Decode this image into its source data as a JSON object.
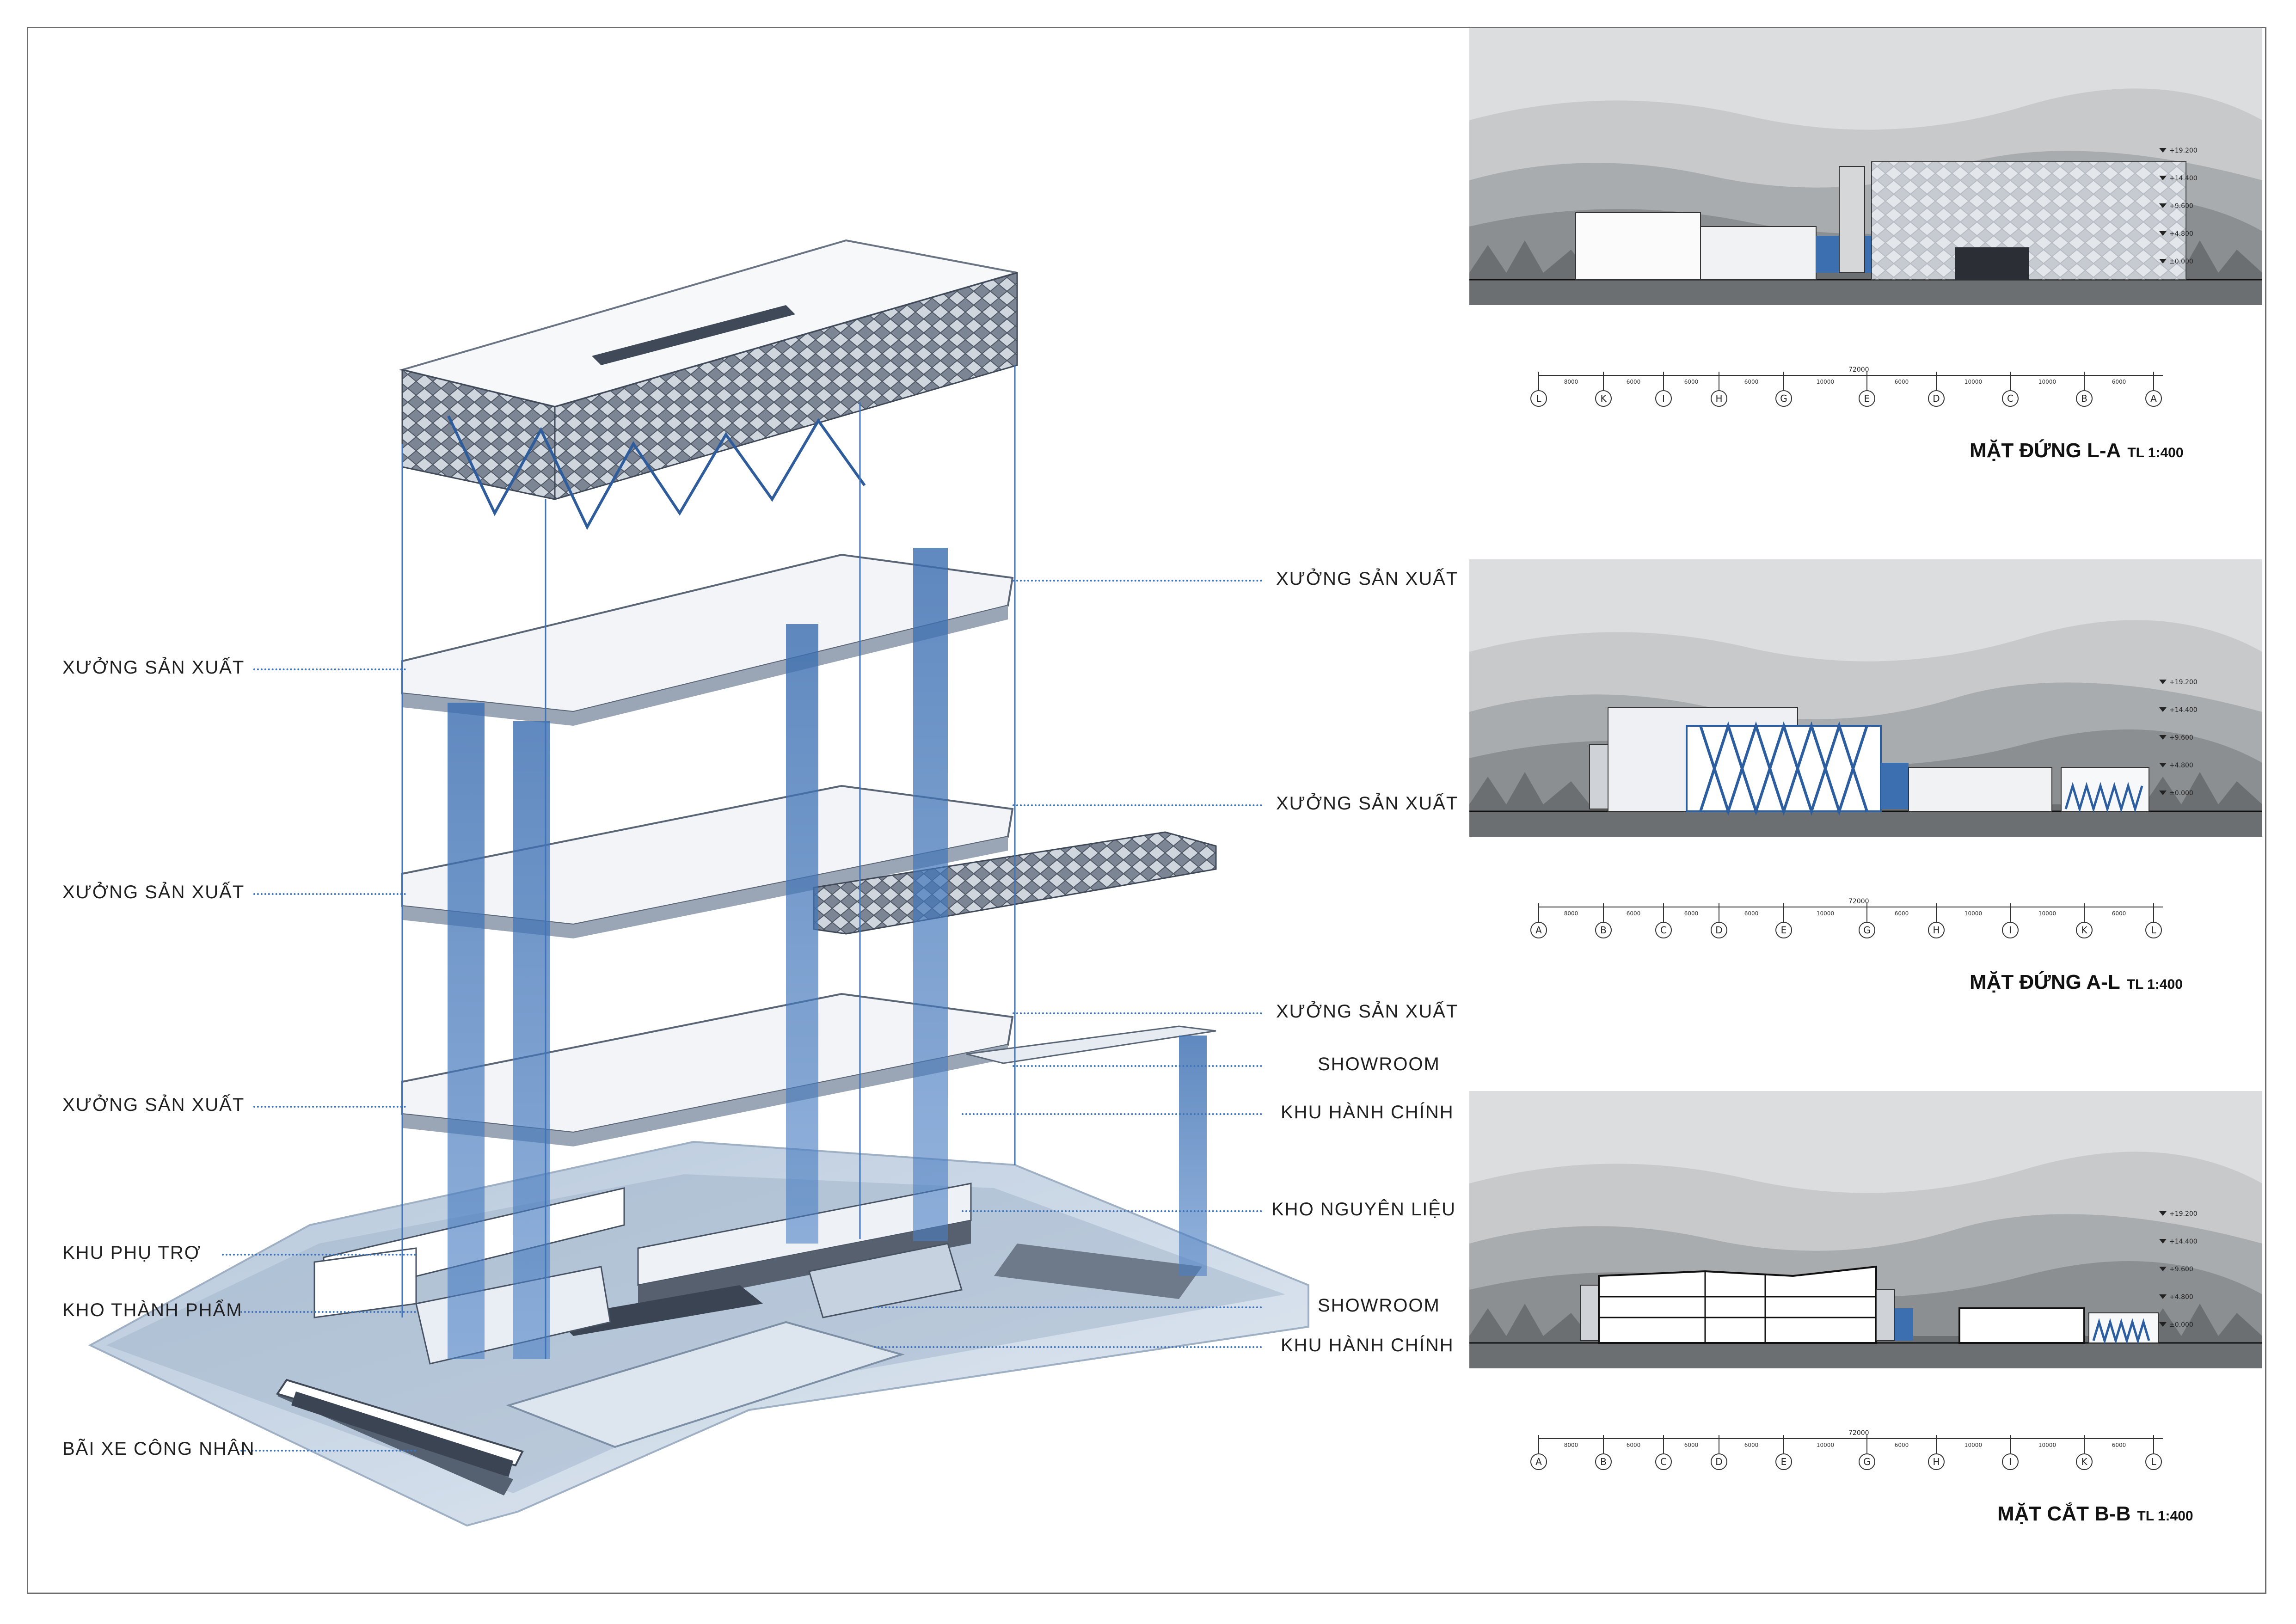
{
  "colors": {
    "accent": "#3f74b8",
    "column_blue": "#3b6fb0",
    "mountain_dark": "#7d8184",
    "mountain_light": "#c8cacc"
  },
  "left_labels": {
    "xuong1": "XƯỞNG SẢN XUẤT",
    "xuong2": "XƯỞNG SẢN XUẤT",
    "xuong3": "XƯỞNG SẢN XUẤT",
    "khu_phu_tro": "KHU PHỤ TRỢ",
    "kho_thanh_pham": "KHO THÀNH PHẨM",
    "bai_xe": "BÃI XE CÔNG NHÂN"
  },
  "right_labels": {
    "xuong1": "XƯỞNG SẢN XUẤT",
    "xuong2": "XƯỞNG SẢN XUẤT",
    "xuong3": "XƯỞNG SẢN XUẤT",
    "showroom1": "SHOWROOM",
    "khu_hanh_chinh1": "KHU HÀNH CHÍNH",
    "kho_nguyen_lieu": "KHO  NGUYÊN LIỆU",
    "showroom2": "SHOWROOM",
    "khu_hanh_chinh2": "KHU HÀNH CHÍNH"
  },
  "panels": [
    {
      "title": "MẶT ĐỨNG L-A",
      "scale": "TL 1:400",
      "grid": [
        "L",
        "K",
        "I",
        "H",
        "G",
        "E",
        "D",
        "C",
        "B",
        "A"
      ],
      "total": "72000"
    },
    {
      "title": "MẶT ĐỨNG A-L",
      "scale": "TL 1:400",
      "grid": [
        "A",
        "B",
        "C",
        "D",
        "E",
        "G",
        "H",
        "I",
        "K",
        "L"
      ],
      "total": "72000"
    },
    {
      "title": "MẶT CẮT B-B",
      "scale": "TL 1:400",
      "grid": [
        "A",
        "B",
        "C",
        "D",
        "E",
        "G",
        "H",
        "I",
        "K",
        "L"
      ],
      "total": "72000"
    }
  ],
  "levels": [
    "+19.200",
    "+14.400",
    "+9.600",
    "+4.800",
    "±0.000"
  ],
  "dims": [
    "8000",
    "6000",
    "6000",
    "6000",
    "10000",
    "6000",
    "10000",
    "10000",
    "6000",
    "8000"
  ]
}
